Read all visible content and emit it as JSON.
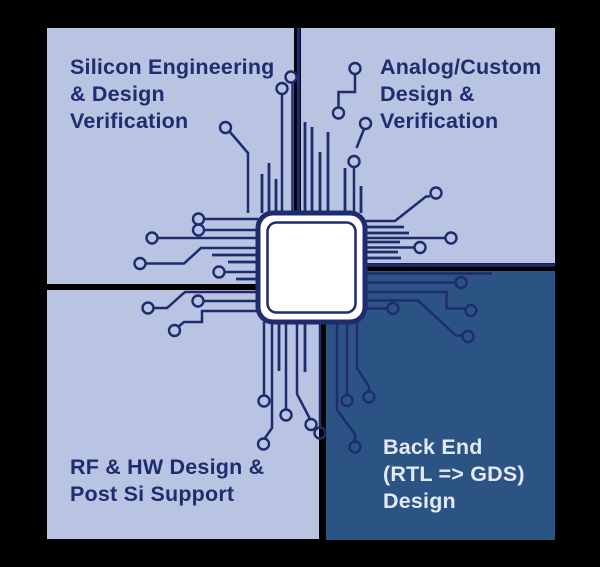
{
  "colors": {
    "page_bg": "#000000",
    "quadrant_light": "#b8c4e2",
    "quadrant_dark": "#2b5484",
    "trace_navy": "#1e2c6e",
    "text_navy": "#1e2d6e",
    "text_light": "#e3eaf5",
    "chip_fill": "#ffffff"
  },
  "quadrants": {
    "top_left": {
      "lines": [
        "Silicon Engineering",
        "& Design",
        "Verification"
      ]
    },
    "top_right": {
      "lines": [
        "Analog/Custom",
        "Design &",
        "Verification"
      ]
    },
    "bottom_left": {
      "lines": [
        "RF & HW Design &",
        "Post Si Support"
      ]
    },
    "bottom_right": {
      "lines": [
        "Back End",
        "(RTL => GDS)",
        "Design"
      ]
    }
  },
  "center_icon": "microchip-with-circuit-traces"
}
